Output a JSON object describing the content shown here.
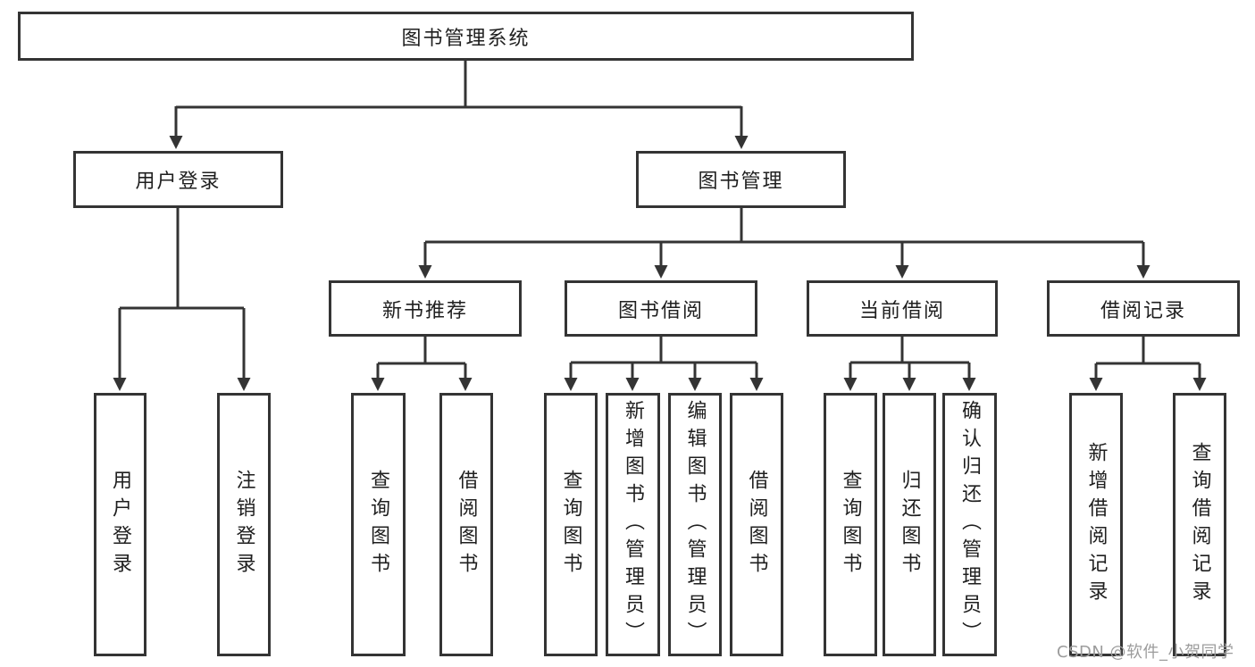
{
  "diagram": {
    "root": {
      "label": "图书管理系统"
    },
    "level2": {
      "user_login": {
        "label": "用户登录"
      },
      "book_mgmt": {
        "label": "图书管理"
      }
    },
    "level3": {
      "new_books": {
        "label": "新书推荐"
      },
      "borrowing": {
        "label": "图书借阅"
      },
      "current": {
        "label": "当前借阅"
      },
      "records": {
        "label": "借阅记录"
      }
    },
    "leaves": {
      "user_login": [
        "用户登录",
        "注销登录"
      ],
      "new_books": [
        "查询图书",
        "借阅图书"
      ],
      "borrowing": [
        "查询图书",
        "新增图书（管理员）",
        "编辑图书（管理员）",
        "借阅图书"
      ],
      "current": [
        "查询图书",
        "归还图书",
        "确认归还（管理员）"
      ],
      "records": [
        "新增借阅记录",
        "查询借阅记录"
      ]
    }
  },
  "watermark": {
    "text": "CSDN @软件_小贺同学"
  },
  "colors": {
    "line": "#343434",
    "border": "#343434",
    "text": "#1f1f1f",
    "watermark_text": "#9c9c9c",
    "background": "#ffffff"
  }
}
